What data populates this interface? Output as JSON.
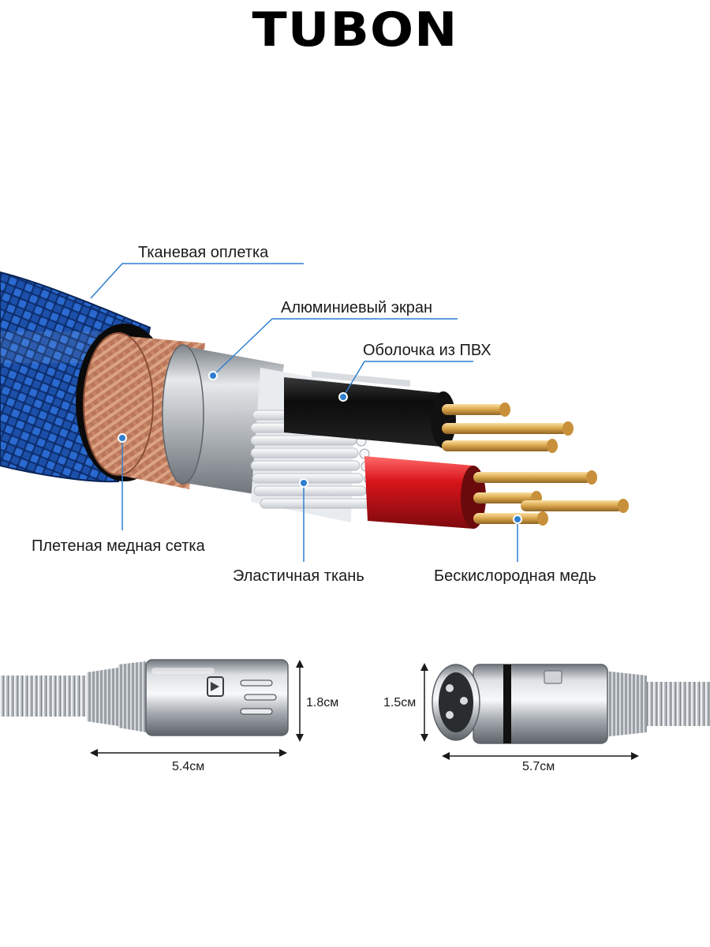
{
  "brand": {
    "name": "TUBON"
  },
  "callouts": {
    "fabric_braid": "Тканевая оплетка",
    "aluminum_shield": "Алюминиевый экран",
    "pvc_sheath": "Оболочка из ПВХ",
    "copper_mesh": "Плетеная медная сетка",
    "elastic_fabric": "Эластичная ткань",
    "oxygen_free_copper": "Бескислородная медь"
  },
  "connectors": {
    "male": {
      "height": "1.8см",
      "length": "5.4см"
    },
    "female": {
      "height": "1.5см",
      "length": "5.7см"
    }
  },
  "colors": {
    "braid_blue": "#1f55b4",
    "callout_line": "#2f7fd0",
    "copper": "#c58a6c",
    "shield_silver": "#c9ccd0",
    "pvc_black": "#141414",
    "pvc_red": "#c8141a",
    "gold": "#e2b45a"
  },
  "icons": [
    "logo",
    "cable-cross-section",
    "xlr-male-connector",
    "xlr-female-connector",
    "dimension-arrow"
  ]
}
